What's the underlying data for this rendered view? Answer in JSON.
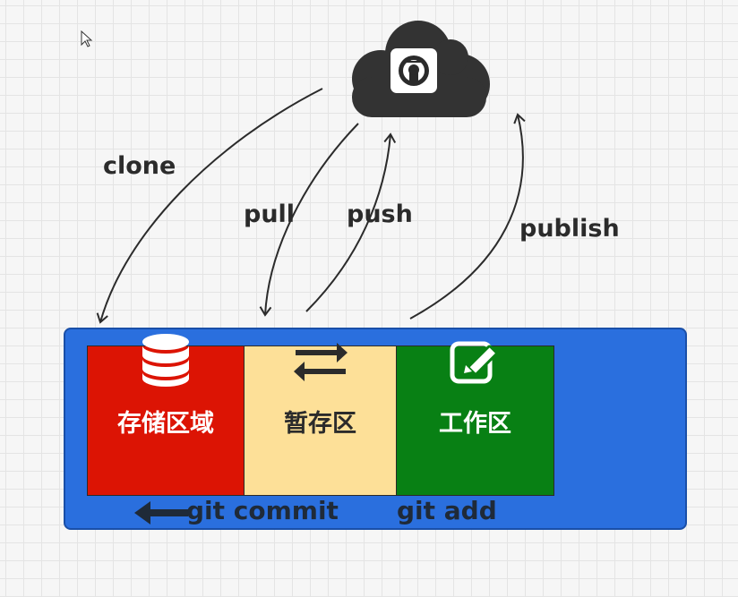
{
  "arrows": {
    "clone": "clone",
    "pull": "pull",
    "push": "push",
    "publish": "publish"
  },
  "remote": {
    "icon": "github-icon"
  },
  "zones": {
    "repository": {
      "label": "存储区域",
      "icon": "database-icon",
      "color": "#dc1404"
    },
    "staging": {
      "label": "暂存区",
      "icon": "swap-arrows-icon",
      "color": "#fde098"
    },
    "working": {
      "label": "工作区",
      "icon": "edit-icon",
      "color": "#088014"
    }
  },
  "commands": {
    "commit": "git commit",
    "add": "git add"
  },
  "colors": {
    "container": "#2a6fde",
    "cloud": "#333333"
  }
}
